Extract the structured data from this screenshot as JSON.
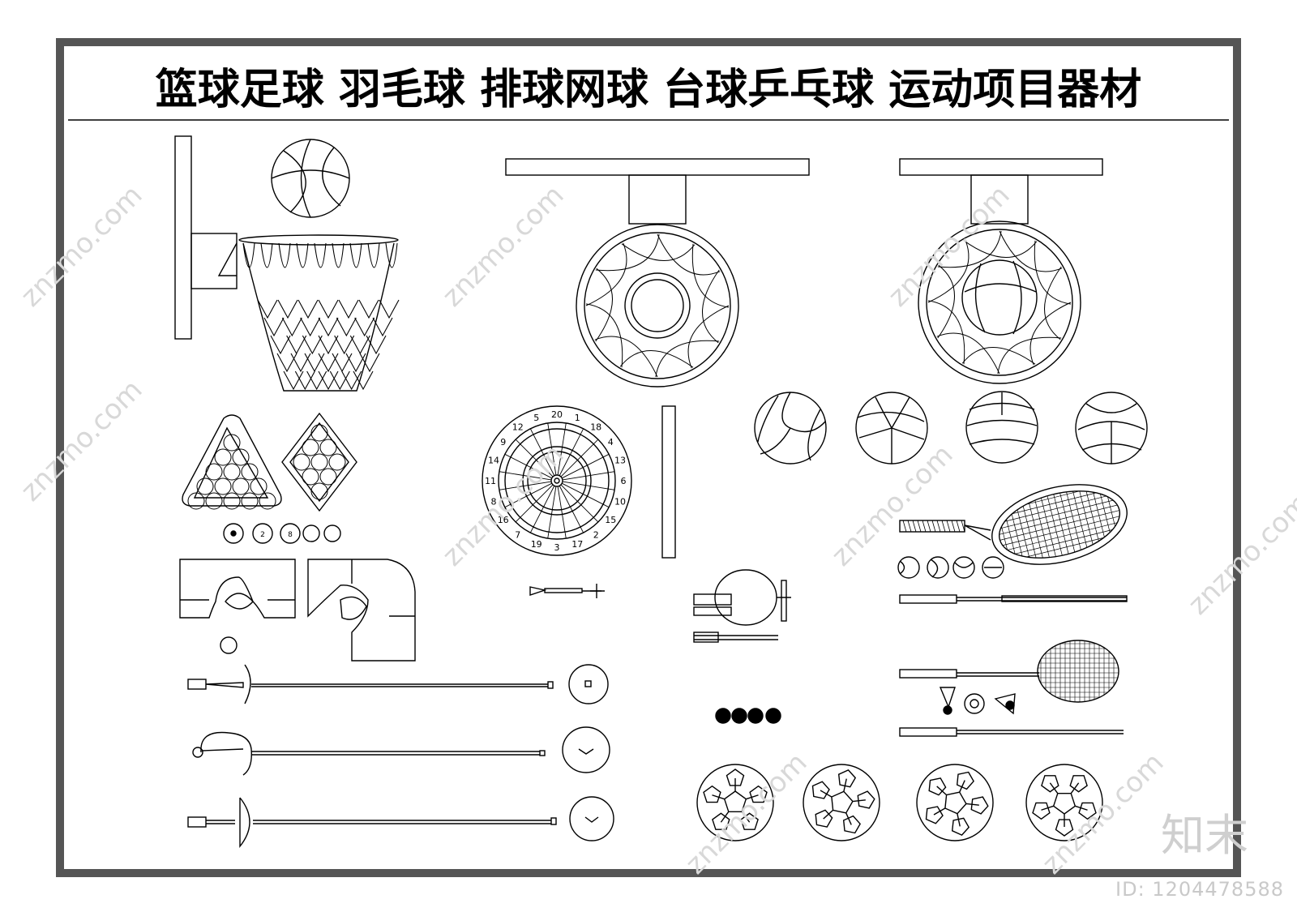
{
  "title": "篮球足球  羽毛球  排球网球  台球乒乓球  运动项目器材",
  "watermark": {
    "site": "znzmo.com",
    "brand": "知末",
    "id_label": "ID: 1204478588"
  },
  "dartboard_numbers": [
    "20",
    "1",
    "18",
    "4",
    "13",
    "6",
    "10",
    "15",
    "2",
    "17",
    "3",
    "19",
    "7",
    "16",
    "8",
    "11",
    "14",
    "9",
    "12",
    "5"
  ],
  "billiard_ball_labels": [
    "2",
    "8"
  ],
  "colors": {
    "frame": "#555555",
    "line": "#000000",
    "watermark": "#d0d0d0"
  }
}
